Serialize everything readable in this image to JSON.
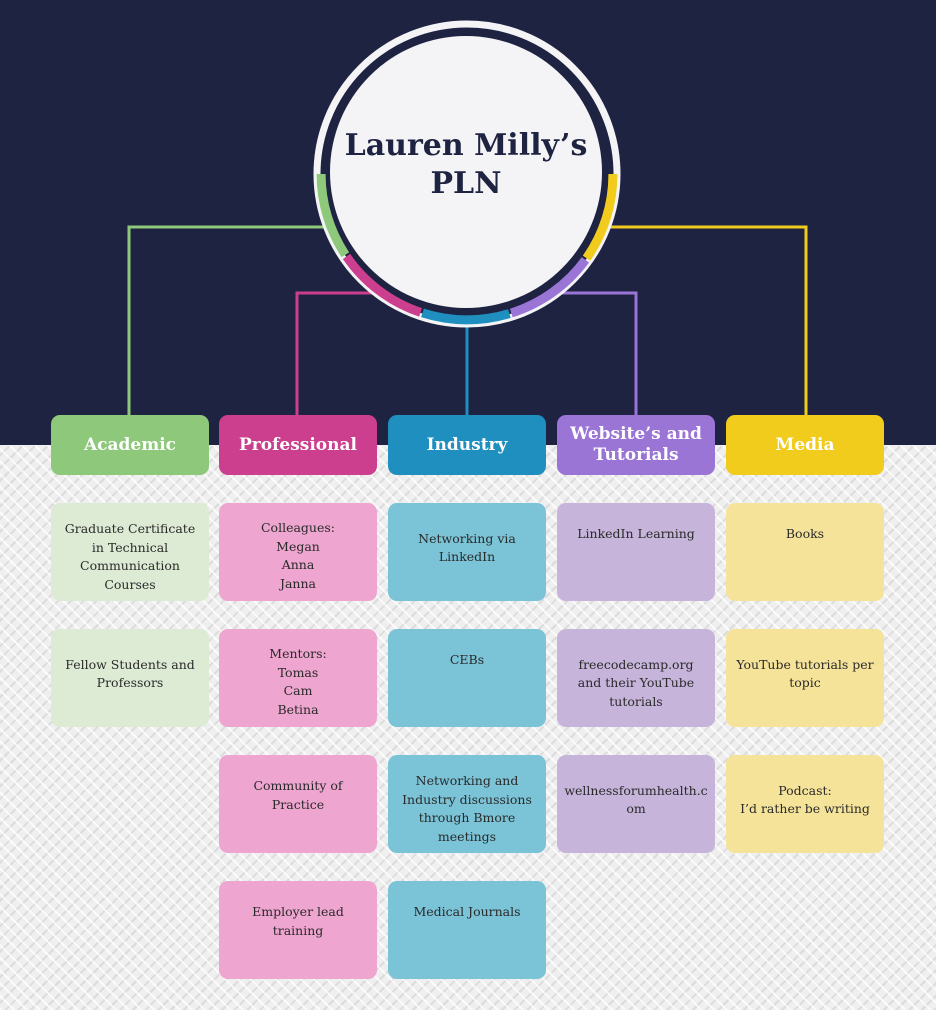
{
  "title": "Lauren Milly’s\nPLN",
  "colors": {
    "background_top": "#1f2342",
    "academic": "#8ec97b",
    "professional": "#cb3f8e",
    "industry": "#1f8fbf",
    "websites": "#9a75d6",
    "media": "#f1cc1c"
  },
  "columns": [
    {
      "key": "academic",
      "label": "Academic",
      "color": "#8ec97b",
      "card_color": "#ddebd5",
      "items": [
        "Graduate Certificate in Technical Communication Courses",
        "Fellow Students and Professors"
      ]
    },
    {
      "key": "professional",
      "label": "Professional",
      "color": "#cb3f8e",
      "card_color": "#eea5cf",
      "items": [
        "Colleagues:\nMegan\nAnna\nJanna",
        "Mentors:\nTomas\nCam\nBetina",
        "Community of Practice",
        "Employer lead training"
      ]
    },
    {
      "key": "industry",
      "label": "Industry",
      "color": "#1f8fbf",
      "card_color": "#7bc3d7",
      "items": [
        "Networking via LinkedIn",
        "CEBs",
        "Networking and Industry discussions through Bmore meetings",
        "Medical Journals"
      ]
    },
    {
      "key": "websites",
      "label": "Website’s and Tutorials",
      "color": "#9a75d6",
      "card_color": "#c6b4db",
      "items": [
        "LinkedIn Learning",
        "freecodecamp.org and their YouTube tutorials",
        "wellnessforumhealth.c om"
      ]
    },
    {
      "key": "media",
      "label": "Media",
      "color": "#f1cc1c",
      "card_color": "#f6e39a",
      "items": [
        "Books",
        "YouTube tutorials per topic",
        "Podcast:\nI’d rather be writing"
      ]
    }
  ]
}
